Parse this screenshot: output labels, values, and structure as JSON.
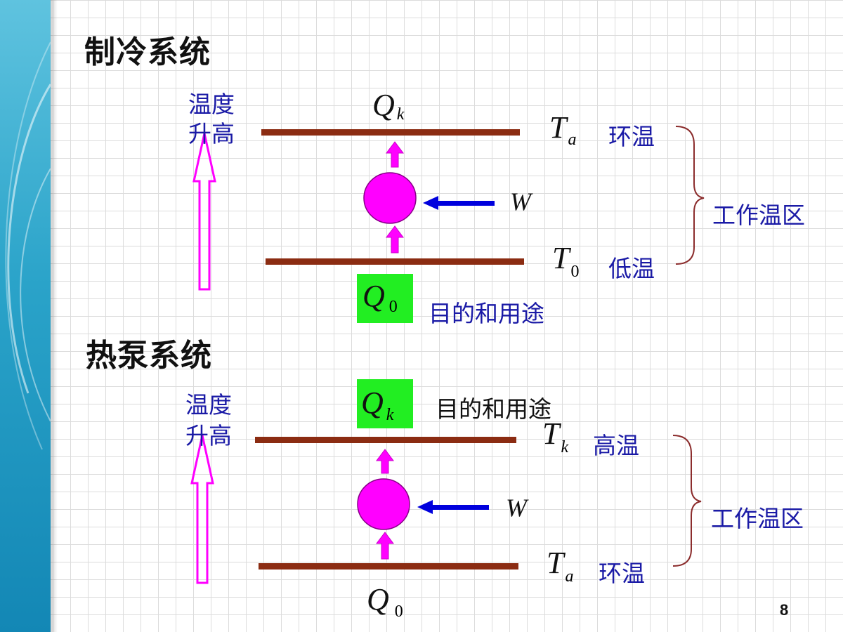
{
  "refrigeration": {
    "title": "制冷系统",
    "temp_rise_line1": "温度",
    "temp_rise_line2": "升高",
    "q_top": {
      "symbol": "Q",
      "sub": "k"
    },
    "t_top": {
      "symbol": "T",
      "sub": "a"
    },
    "t_top_label": "环温",
    "w_symbol": "W",
    "t_bottom": {
      "symbol": "T",
      "sub": "0"
    },
    "t_bottom_label": "低温",
    "q_bottom": {
      "symbol": "Q",
      "sub": "0"
    },
    "purpose_label": "目的和用途",
    "zone_label": "工作温区"
  },
  "heat_pump": {
    "title": "热泵系统",
    "temp_rise_line1": "温度",
    "temp_rise_line2": "升高",
    "q_top": {
      "symbol": "Q",
      "sub": "k"
    },
    "purpose_label": "目的和用途",
    "t_top": {
      "symbol": "T",
      "sub": "k"
    },
    "t_top_label": "高温",
    "w_symbol": "W",
    "t_bottom": {
      "symbol": "T",
      "sub": "a"
    },
    "t_bottom_label": "环温",
    "q_bottom": {
      "symbol": "Q",
      "sub": "0"
    },
    "zone_label": "工作温区"
  },
  "page_number": "8",
  "colors": {
    "reservoir_bar": "#8b2c12",
    "machine_circle": "#ff00ff",
    "work_arrow": "#0000dd",
    "highlight_box": "#22ee22",
    "label_blue": "#1a1aa6",
    "brace": "#8b2c2c"
  }
}
